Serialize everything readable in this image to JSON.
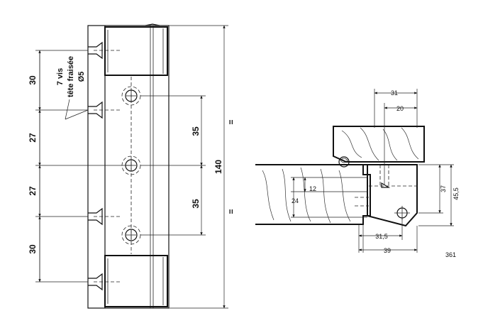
{
  "left_view": {
    "dims_left": [
      "30",
      "27",
      "27",
      "30"
    ],
    "dims_center": [
      "35",
      "35"
    ],
    "total_height": "140",
    "equal_marks": [
      "=",
      "="
    ],
    "screw_note": [
      "7 vis",
      "tête fraisée",
      "Ø5"
    ]
  },
  "right_view": {
    "dims_top": [
      "31",
      "20"
    ],
    "dims_left": [
      "12",
      "24"
    ],
    "dims_right": [
      "37",
      "45,5"
    ],
    "dims_bottom": [
      "31,5",
      "39"
    ]
  },
  "figure_number": "361"
}
